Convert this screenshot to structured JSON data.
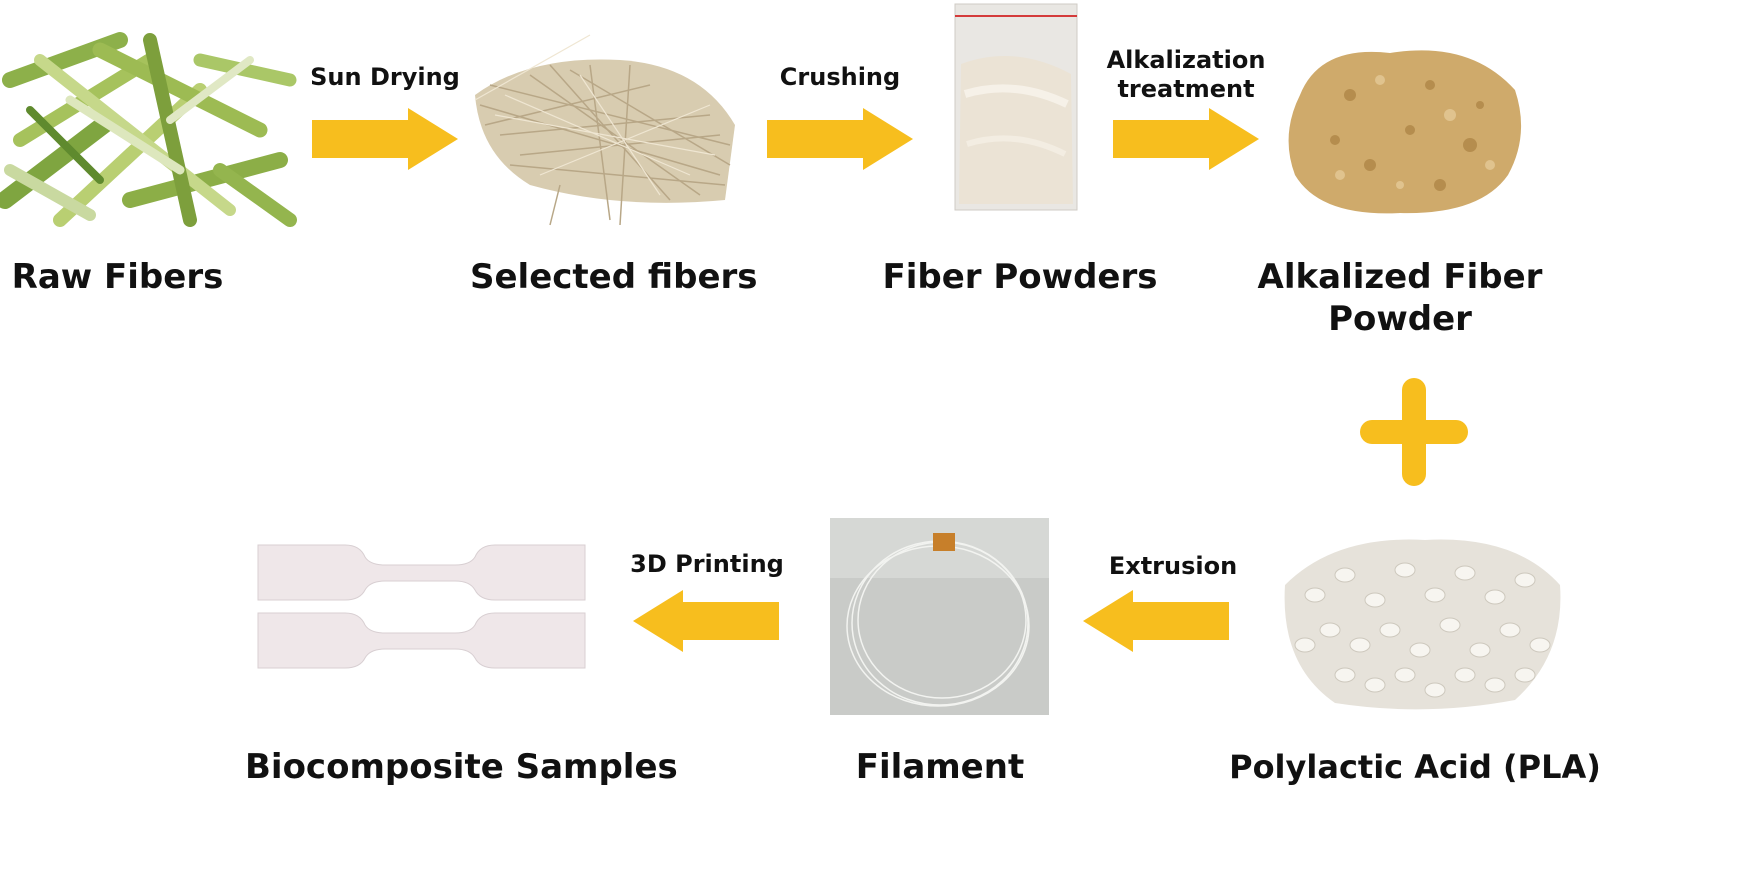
{
  "colors": {
    "arrow": "#F7BE1E",
    "background": "#FFFFFF",
    "text": "#111111"
  },
  "stages": {
    "raw_fibers": "Raw Fibers",
    "selected_fibers": "Selected fibers",
    "fiber_powders": "Fiber Powders",
    "alkalized_fiber_powder_line1": "Alkalized Fiber",
    "alkalized_fiber_powder_line2": "Powder",
    "pla": "Polylactic Acid (PLA)",
    "filament": "Filament",
    "biocomposite_samples": "Biocomposite Samples"
  },
  "processes": {
    "sun_drying": "Sun Drying",
    "crushing": "Crushing",
    "alkalization_line1": "Alkalization",
    "alkalization_line2": "treatment",
    "extrusion": "Extrusion",
    "printing_3d": "3D Printing"
  }
}
